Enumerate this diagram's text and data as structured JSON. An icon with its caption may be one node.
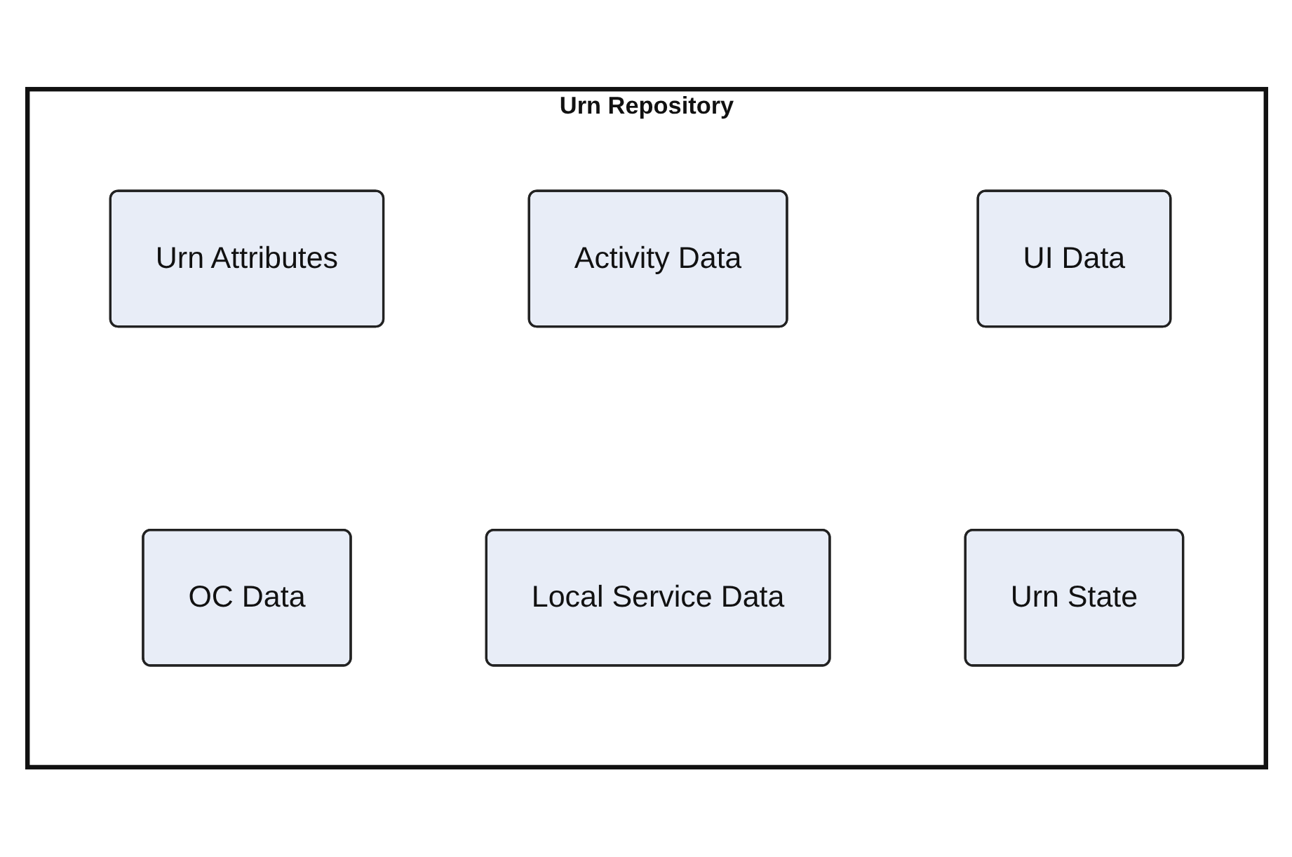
{
  "diagram": {
    "nodes": [
      {
        "text": [
          "Urn Repository"
        ]
      },
      {
        "text": [
          "Urn Attributes"
        ],
        "in": 0
      },
      {
        "text": [
          "Activity Data"
        ],
        "in": 0
      },
      {
        "text": [
          "UI Data"
        ],
        "in": 0
      },
      {
        "text": [
          "OC Data"
        ],
        "in": 0
      },
      {
        "text": [
          "Local Service Data"
        ],
        "in": 0
      },
      {
        "text": [
          "Urn State"
        ],
        "in": 0
      }
    ]
  }
}
